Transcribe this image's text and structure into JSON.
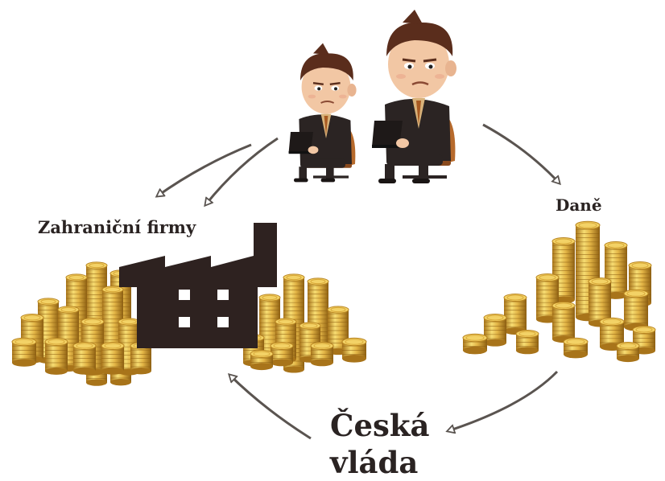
{
  "labels": {
    "foreign_firms": "Zahraniční firmy",
    "taxes": "Daně",
    "government_line1": "Česká",
    "government_line2": "vláda"
  },
  "colors": {
    "text": "#2a2322",
    "factory": "#2e2220",
    "arrow": "#5a5450",
    "coin_light": "#f6dc72",
    "coin_mid": "#d8a432",
    "coin_dark": "#9c6b14",
    "suit": "#2b2423",
    "skin": "#f2c7a4",
    "hair": "#5a2d1c",
    "chair": "#b76a2c"
  },
  "icons": [
    "office-worker-icon",
    "factory-icon",
    "coin-stack-icon",
    "arrow-icon"
  ]
}
